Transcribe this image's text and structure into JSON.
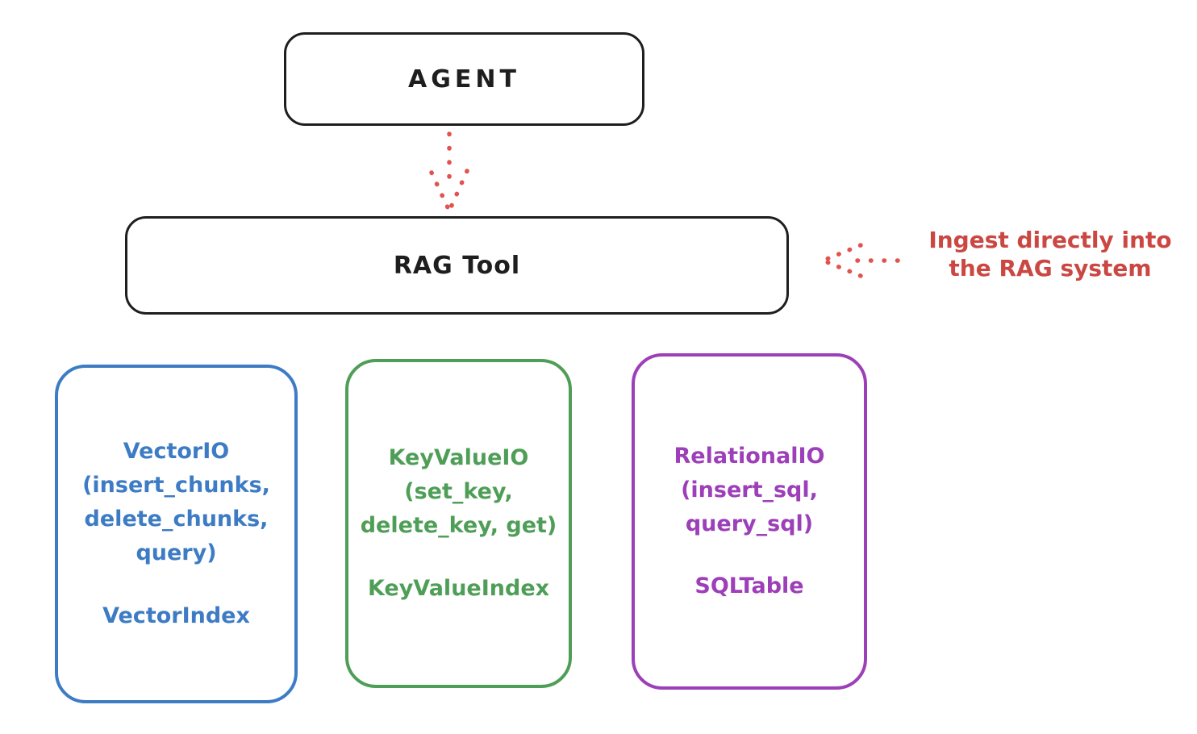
{
  "diagram": {
    "agent_box": {
      "label": "AGENT"
    },
    "rag_tool_box": {
      "label": "RAG Tool"
    },
    "annotation": {
      "line1": "Ingest directly into",
      "line2": "the RAG system"
    },
    "backends": [
      {
        "name": "vector-io",
        "lines": [
          "VectorIO",
          "(insert_chunks,",
          "delete_chunks,",
          "query)"
        ],
        "index_label": "VectorIndex",
        "color": "#3d7cc4"
      },
      {
        "name": "keyvalue-io",
        "lines": [
          "KeyValueIO",
          "(set_key,",
          "delete_key, get)"
        ],
        "index_label": "KeyValueIndex",
        "color": "#4f9e57"
      },
      {
        "name": "relational-io",
        "lines": [
          "RelationalIO",
          "(insert_sql,",
          "query_sql)"
        ],
        "index_label": "SQLTable",
        "color": "#9c3fb8"
      }
    ],
    "colors": {
      "ink": "#1e1e1e",
      "arrow_red": "#e0534f",
      "annotation_red": "#cb4742",
      "background": "#ffffff"
    }
  }
}
